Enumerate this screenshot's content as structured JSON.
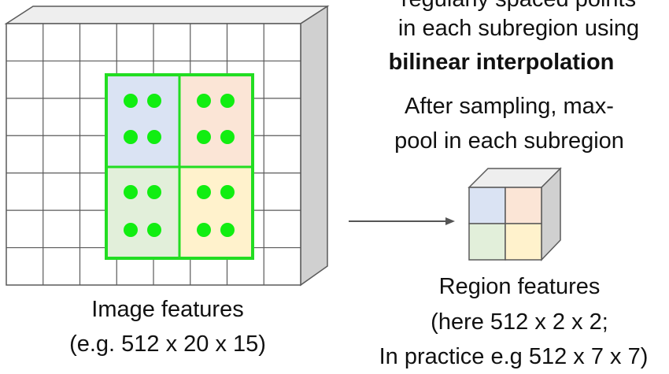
{
  "text": {
    "top_line1": "regularly spaced points",
    "top_line2": "in each subregion using",
    "top_line3": "bilinear interpolation",
    "mid_line1": "After sampling, max-",
    "mid_line2": "pool in each subregion",
    "image_label_line1": "Image features",
    "image_label_line2": "(e.g. 512 x 20 x 15)",
    "region_label_line1": "Region features",
    "region_label_line2": "(here 512 x 2 x 2;",
    "region_label_line3": "In practice e.g 512 x 7 x 7)"
  },
  "colors": {
    "grid_line": "#5a5a5a",
    "side_face": "#d0d0d0",
    "top_face": "#eeeeee",
    "roi_border": "#22dd22",
    "sample_point": "#11ee11",
    "cell_blue": "#dae3f3",
    "cell_orange": "#fbe5d6",
    "cell_green": "#e2efda",
    "cell_yellow": "#fff2cc",
    "arrow": "#555555"
  }
}
